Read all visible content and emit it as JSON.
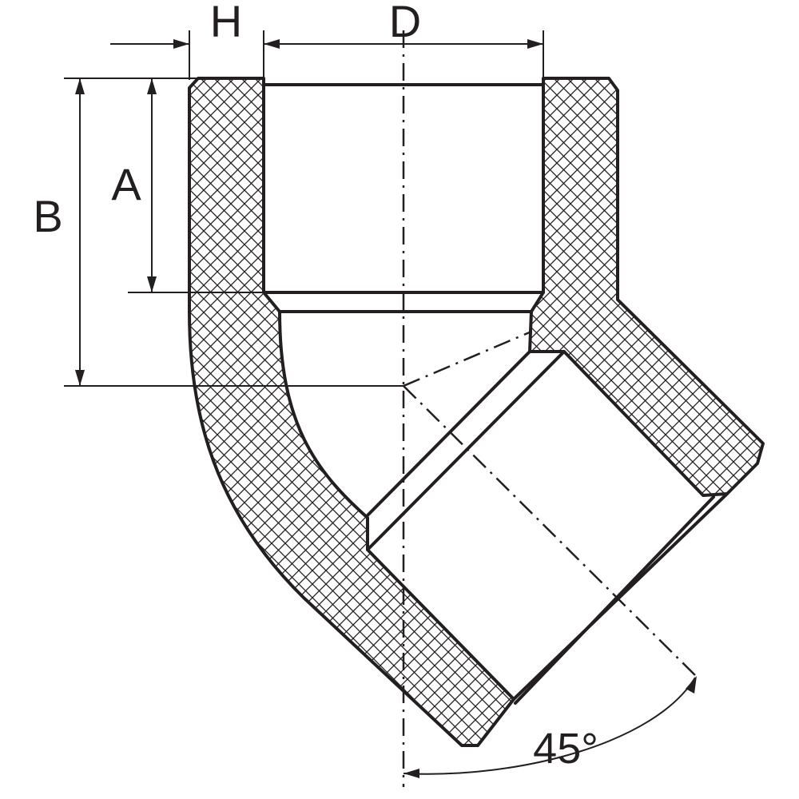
{
  "dimensions": {
    "h_label": "H",
    "d_label": "D",
    "a_label": "A",
    "b_label": "B",
    "angle_label": "45°"
  },
  "colors": {
    "line": "#231f20",
    "background": "#ffffff"
  },
  "fill_pattern": "cross-hatch"
}
